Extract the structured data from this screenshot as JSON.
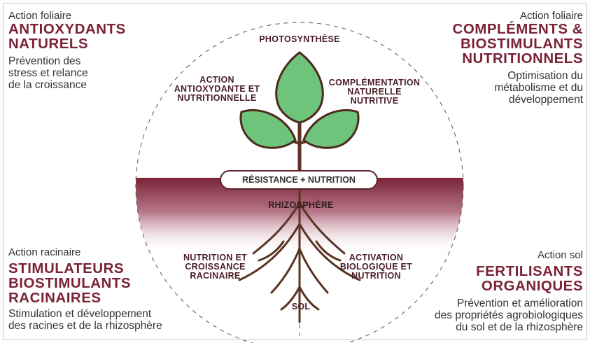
{
  "top_left": {
    "label": "Action foliaire",
    "title_lines": [
      "ANTIOXYDANTS",
      "NATURELS"
    ],
    "desc_lines": [
      "Prévention des",
      "stress et relance",
      "de la croissance"
    ]
  },
  "top_right": {
    "label": "Action foliaire",
    "title_lines": [
      "COMPLÉMENTS &",
      "BIOSTIMULANTS",
      "NUTRITIONNELS"
    ],
    "desc_lines": [
      "Optimisation du",
      "métabolisme et du",
      "développement"
    ]
  },
  "bottom_left": {
    "label": "Action racinaire",
    "title_lines": [
      "STIMULATEURS",
      "BIOSTIMULANTS",
      "RACINAIRES"
    ],
    "desc_lines": [
      "Stimulation et développement",
      "des racines et de la rhizosphère"
    ]
  },
  "bottom_right": {
    "label": "Action sol",
    "title_lines": [
      "FERTILISANTS",
      "ORGANIQUES"
    ],
    "desc_lines": [
      "Prévention et amélioration",
      "des propriétés agrobiologiques",
      "du sol et de la rhizosphère"
    ]
  },
  "diagram": {
    "top_label": "PHOTOSYNTHÈSE",
    "upper_left_lines": [
      "ACTION",
      "ANTIOXYDANTE ET",
      "NUTRITIONNELLE"
    ],
    "upper_right_lines": [
      "COMPLÉMENTATION",
      "NATURELLE",
      "NUTRITIVE"
    ],
    "center_label": "RÉSISTANCE + NUTRITION",
    "rhizo_label": "RHIZOSPHÈRE",
    "lower_left_lines": [
      "NUTRITION ET",
      "CROISSANCE",
      "RACINAIRE"
    ],
    "lower_right_lines": [
      "ACTIVATION",
      "BIOLOGIQUE ET",
      "NUTRITION"
    ],
    "bottom_label": "SOL"
  },
  "colors": {
    "title": "#7a2337",
    "leaf": "#6dc47a",
    "leaf_outline": "#4e2a1e",
    "stem": "#5a3322",
    "soil": "#7a2337"
  }
}
